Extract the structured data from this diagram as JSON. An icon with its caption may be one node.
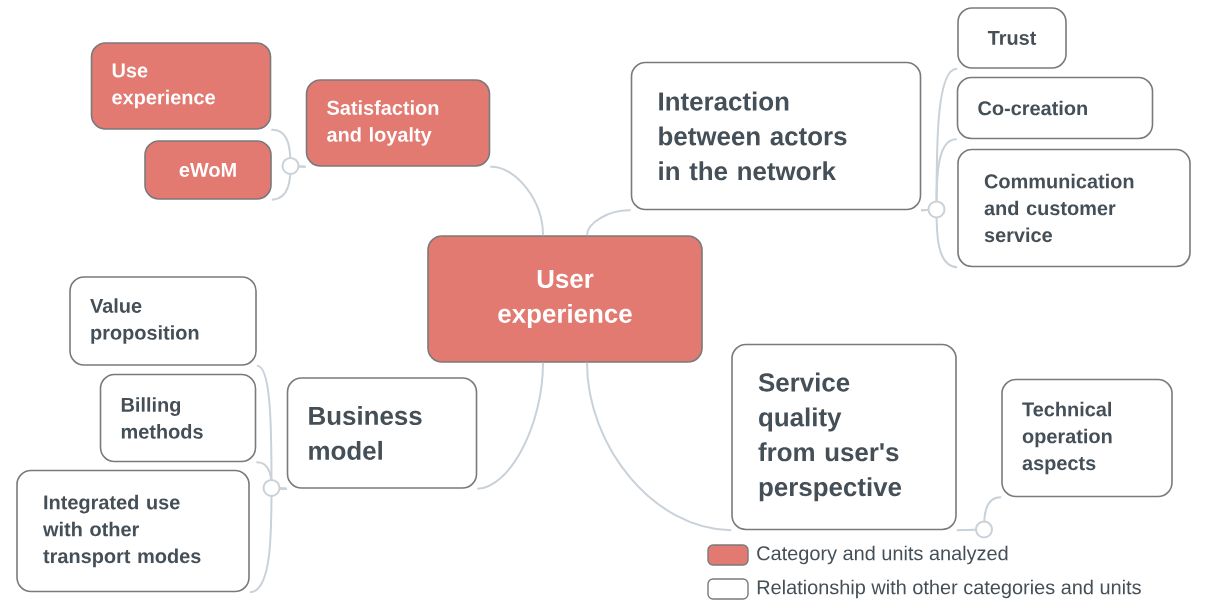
{
  "diagram": {
    "nodes": [
      {
        "text": [
          "User experience"
        ]
      },
      {
        "text": [
          "Satisfaction and loyalty"
        ]
      },
      {
        "text": [
          "Use experience"
        ]
      },
      {
        "text": [
          "eWoM"
        ]
      },
      {
        "text": [
          "Interaction between actors in the network"
        ]
      },
      {
        "text": [
          "Trust"
        ]
      },
      {
        "text": [
          "Co-creation"
        ]
      },
      {
        "text": [
          "Communication and customer service"
        ]
      },
      {
        "text": [
          "Business model"
        ]
      },
      {
        "text": [
          "Value proposition"
        ]
      },
      {
        "text": [
          "Billing methods"
        ]
      },
      {
        "text": [
          "Integrated use with other transport modes"
        ]
      },
      {
        "text": [
          "Service quality from user's perspective"
        ]
      },
      {
        "text": [
          "Technical operation aspects"
        ]
      }
    ],
    "edges": [
      {
        "from": 0,
        "to": 1,
        "arrow": "none"
      },
      {
        "from": 1,
        "to": 2,
        "arrow": "none"
      },
      {
        "from": 1,
        "to": 3,
        "arrow": "none"
      },
      {
        "from": 0,
        "to": 4,
        "arrow": "none"
      },
      {
        "from": 4,
        "to": 5,
        "arrow": "none"
      },
      {
        "from": 4,
        "to": 6,
        "arrow": "none"
      },
      {
        "from": 4,
        "to": 7,
        "arrow": "none"
      },
      {
        "from": 0,
        "to": 8,
        "arrow": "none"
      },
      {
        "from": 8,
        "to": 9,
        "arrow": "none"
      },
      {
        "from": 8,
        "to": 10,
        "arrow": "none"
      },
      {
        "from": 8,
        "to": 11,
        "arrow": "none"
      },
      {
        "from": 0,
        "to": 12,
        "arrow": "none"
      },
      {
        "from": 12,
        "to": 13,
        "arrow": "none"
      }
    ],
    "legend": [
      {
        "text": "Category and units analyzed",
        "color": "#e27a72"
      },
      {
        "text": "Relationship with other categories and units"
      }
    ]
  }
}
